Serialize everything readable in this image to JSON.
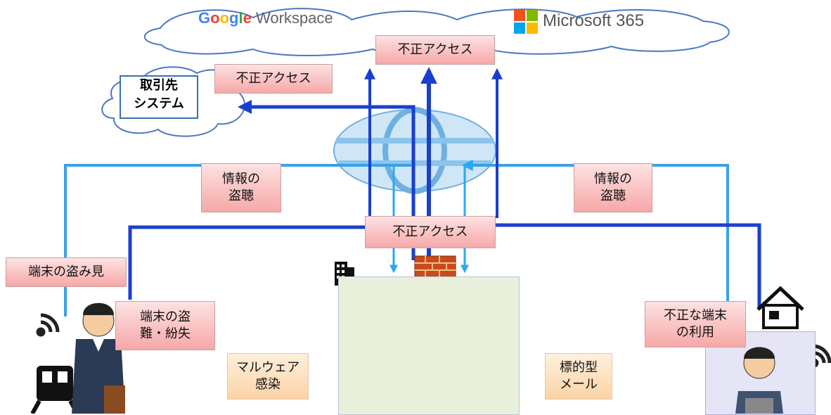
{
  "cloud": {
    "google": {
      "g": "G",
      "o1": "o",
      "o2": "o",
      "g2": "g",
      "l": "l",
      "e": "e",
      "rest": " Workspace"
    },
    "microsoft": "Microsoft 365",
    "microsoft_logo_colors": [
      "#f25022",
      "#7fba00",
      "#00a4ef",
      "#ffb900"
    ]
  },
  "partner_system": "取引先\nシステム",
  "labels": {
    "cloud_access": "不正アクセス",
    "partner_access": "不正アクセス",
    "eavesdrop_left": "情報の\n盗聴",
    "eavesdrop_right": "情報の\n盗聴",
    "center_access": "不正アクセス",
    "peek": "端末の盗み見",
    "theft": "端末の盗\n難・紛失",
    "malware": "マルウェア\n感染",
    "unauthorized_device": "不正な端末\nの利用",
    "targeted_mail": "標的型\nメール"
  },
  "icons": [
    "cloud-icon",
    "globe-icon",
    "firewall-icon",
    "building-icon",
    "house-icon",
    "wifi-icon",
    "train-icon",
    "server-icon",
    "worker-icon"
  ],
  "colors": {
    "dark_line": "#1a3fcf",
    "light_line": "#3aa0e8",
    "red_box": "#f7a8a8",
    "orange_box": "#fbd3a6",
    "office_bg": "#e8f0dc",
    "home_bg": "#e6e5f5"
  }
}
